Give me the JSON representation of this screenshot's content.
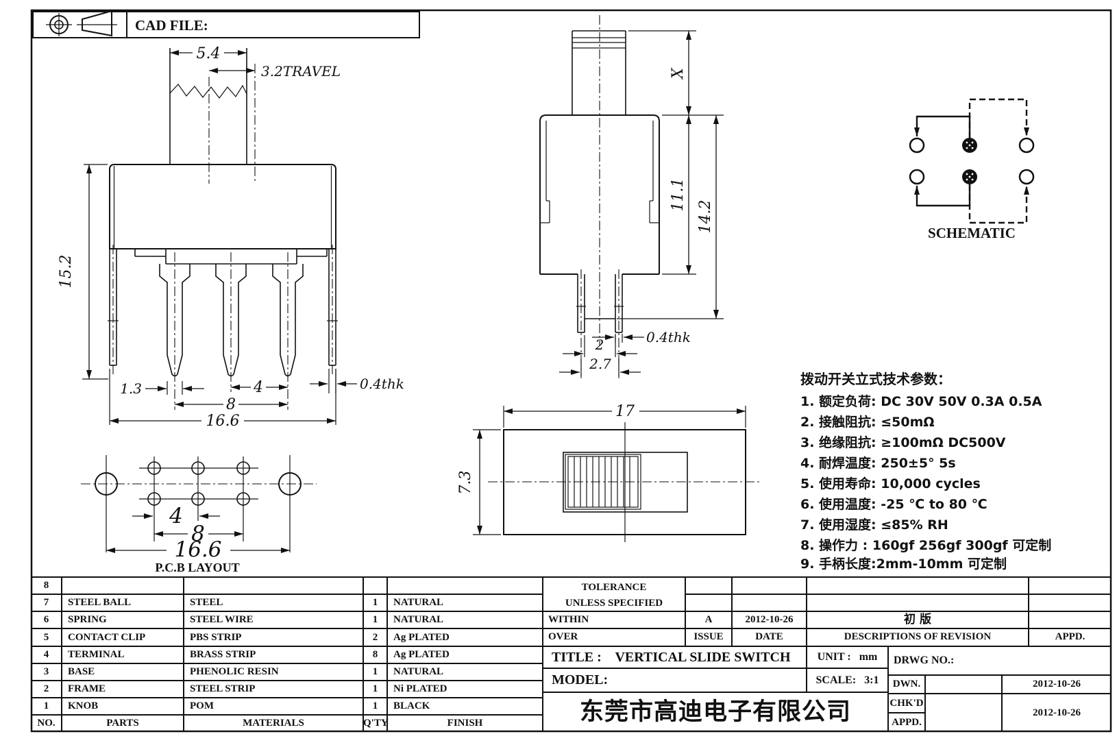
{
  "header": {
    "cad_file_label": "CAD FILE:"
  },
  "front_view": {
    "knob_width": "5.4",
    "travel": "3.2TRAVEL",
    "height": "15.2",
    "pin_width": "1.3",
    "pitch_small": "4",
    "pitch_large": "8",
    "total_width": "16.6",
    "thickness": "0.4thk"
  },
  "side_view": {
    "shaft_height": "X",
    "body_height": "11.1",
    "total_height": "14.2",
    "pin_gap": "2",
    "pin_pitch": "2.7",
    "thickness": "0.4thk"
  },
  "top_view": {
    "length": "17",
    "width": "7.3"
  },
  "pcb_layout": {
    "pitch_small": "4",
    "pitch_large": "8",
    "total": "16.6",
    "label": "P.C.B LAYOUT"
  },
  "schematic": {
    "label": "SCHEMATIC"
  },
  "tech_params": {
    "title": "拨动开关立式技术参数：",
    "items": [
      "1.  额定负荷: DC 30V    50V    0.3A    0.5A",
      "2.  接触阻抗: ≤50mΩ",
      "3.  绝缘阻抗: ≥100mΩ   DC500V",
      "4.  耐焊温度: 250±5°  5s",
      "5.  使用寿命: 10,000 cycles",
      "6.  使用温度: -25 ℃  to 80 ℃",
      "7.  使用湿度: ≤85% RH",
      "8.  操作力 : 160gf   256gf   300gf  可定制",
      "9.  手柄长度:2mm-10mm  可定制"
    ]
  },
  "parts_table": {
    "headers": [
      "NO.",
      "PARTS",
      "MATERIALS",
      "Q'TY",
      "FINISH"
    ],
    "rows": [
      [
        "8",
        "",
        "",
        "",
        ""
      ],
      [
        "7",
        "STEEL BALL",
        "STEEL",
        "1",
        "NATURAL"
      ],
      [
        "6",
        "SPRING",
        "STEEL WIRE",
        "1",
        "NATURAL"
      ],
      [
        "5",
        "CONTACT CLIP",
        "PBS STRIP",
        "2",
        "Ag PLATED"
      ],
      [
        "4",
        "TERMINAL",
        "BRASS STRIP",
        "8",
        "Ag PLATED"
      ],
      [
        "3",
        "BASE",
        "PHENOLIC RESIN",
        "1",
        "NATURAL"
      ],
      [
        "2",
        "FRAME",
        "STEEL STRIP",
        "1",
        "Ni PLATED"
      ],
      [
        "1",
        "KNOB",
        "POM",
        "1",
        "BLACK"
      ]
    ]
  },
  "revision_block": {
    "tolerance_line1": "TOLERANCE",
    "tolerance_line2": "UNLESS   SPECIFIED",
    "within": "WITHIN",
    "over": "OVER",
    "issue_value": "A",
    "date_value": "2012-10-26",
    "revision_value": "初  版",
    "issue_label": "ISSUE",
    "date_label": "DATE",
    "descriptions_label": "DESCRIPTIONS OF REVISION",
    "appd_label": "APPD."
  },
  "title_block": {
    "title_label": "TITLE :",
    "title_value": "VERTICAL SLIDE SWITCH",
    "unit_label": "UNIT :",
    "unit_value": "mm",
    "model_label": "MODEL:",
    "scale_label": "SCALE:",
    "scale_value": "3:1",
    "drwg_label": "DRWG NO.:",
    "dwn_label": "DWN.",
    "chkd_label": "CHK'D",
    "appd_label": "APPD.",
    "dwn_date": "2012-10-26",
    "appd_date": "2012-10-26",
    "company": "东莞市高迪电子有限公司"
  }
}
